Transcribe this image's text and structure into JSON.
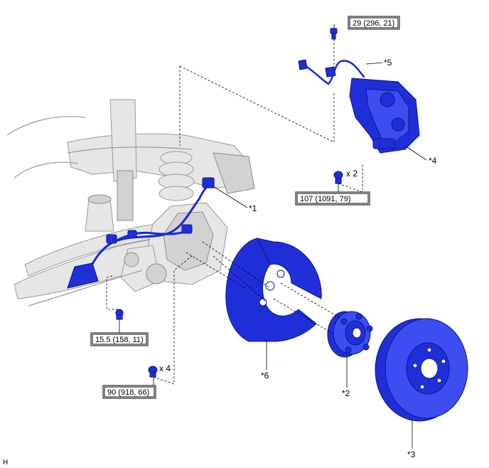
{
  "callouts": {
    "c1": "*1",
    "c2": "*2",
    "c3": "*3",
    "c4": "*4",
    "c5": "*5",
    "c6": "*6"
  },
  "torques": {
    "t_top": "29 (296, 21)",
    "t_caliper": "107 (1091, 79)",
    "t_sensor": "15.5 (158, 11)",
    "t_shield": "90 (918, 66)"
  },
  "quantities": {
    "q_caliper": "x 2",
    "q_shield": "x 4"
  },
  "footer": {
    "mark": "H"
  },
  "colors": {
    "part_highlight": "#1f2fd8",
    "background_parts": "#e6e6e6"
  },
  "icons": {
    "bolt": "bolt-icon"
  }
}
